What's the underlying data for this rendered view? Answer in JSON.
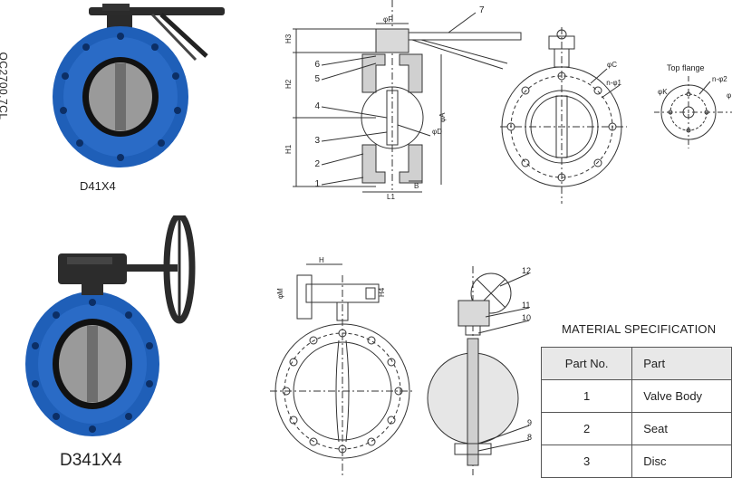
{
  "side_code": "OC2700.7CL",
  "models": {
    "top": "D41X4",
    "bottom": "D341X4"
  },
  "top_drawing": {
    "part_callouts": [
      "1",
      "2",
      "3",
      "4",
      "5",
      "6",
      "7"
    ],
    "dims": {
      "F": "φF",
      "H1": "H1",
      "H2": "H2",
      "H3": "H3",
      "A": "φA",
      "D": "φD",
      "L1": "L1",
      "B": "B",
      "C": "φC",
      "n1": "n-φ1"
    }
  },
  "top_flange": {
    "title": "Top flange",
    "K": "φK",
    "n2": "n-φ2",
    "partial": "φ"
  },
  "bottom_drawing": {
    "part_callouts": [
      "8",
      "9",
      "10",
      "11",
      "12"
    ],
    "dims": {
      "H": "H",
      "M": "φM",
      "H4": "H4"
    }
  },
  "material_spec": {
    "title": "MATERIAL SPECIFICATION",
    "headers": [
      "Part No.",
      "Part"
    ],
    "rows": [
      [
        "1",
        "Valve Body"
      ],
      [
        "2",
        "Seat"
      ],
      [
        "3",
        "Disc"
      ]
    ]
  },
  "colors": {
    "valve_blue": "#1f5fb8",
    "dark_steel": "#2c2c2c",
    "line": "#333333"
  }
}
